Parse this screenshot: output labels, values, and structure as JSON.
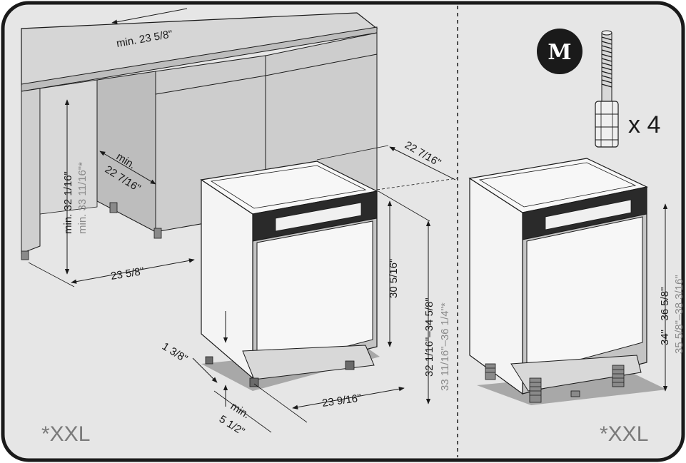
{
  "left_panel": {
    "counter_width": "min. 23 5/8\"",
    "niche_depth_top": "min.",
    "niche_depth_bottom": "22 7/16\"",
    "niche_height": "min. 32 1/16\"",
    "niche_height_xxl": "min. 33 11/16\"*",
    "niche_width": "23 5/8\"",
    "appliance_depth": "22 7/16\"",
    "appliance_height_body": "30 5/16\"",
    "appliance_height_total": "32 1/16\"–34 5/8\"",
    "appliance_height_total_xxl": "33 11/16\"–36 1/4\"*",
    "appliance_width": "23 9/16\"",
    "plinth_offset": "1 3/8\"",
    "plinth_height_top": "min.",
    "plinth_height_bottom": "5 1/2\"",
    "variant_label": "*XXL"
  },
  "right_panel": {
    "badge_letter": "M",
    "quantity_label": "x 4",
    "height_range": "34\" –36 5/8\"",
    "height_range_xxl": "35 5/8\"–38 3/16\"",
    "variant_label": "*XXL"
  },
  "colors": {
    "background": "#e6e6e6",
    "cabinet": "#d2d2d2",
    "cabinet_dark": "#bcbcbc",
    "floor_shadow": "#a8a8a8",
    "outline": "#1a1a1a",
    "xxl_text": "#8a8a8a"
  }
}
